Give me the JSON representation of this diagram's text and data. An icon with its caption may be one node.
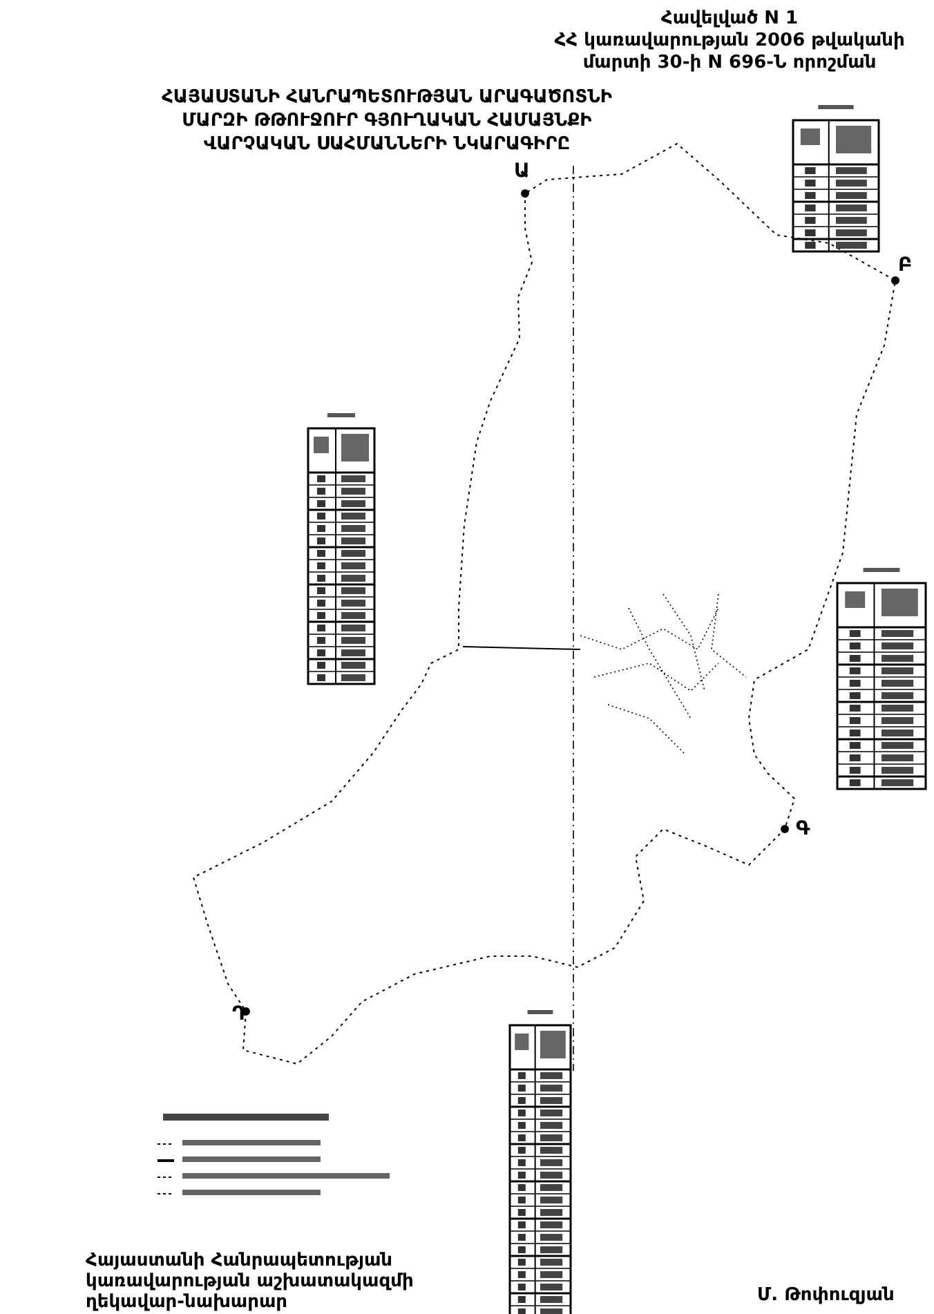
{
  "diagram": {
    "title": "ՀԱՅԱՍՏԱՆԻ ՀԱՆՐԱՊԵՏՈՒԹՅԱՆ ԱՐԱԳԱԾՈՏՆԻ ՄԱՐԶԻ ԹԹՈՒՋՈՒՐ ԳՅՈՒՂԱԿԱՆ ՀԱՄԱՅՆՔԻ ՎԱՐՉԱԿԱՆ ՍԱՀՄԱՆՆԵՐԻ ՆԿԱՐԱԳԻՐԸ",
    "labels": [
      "Հավելված N 1",
      "ՀՀ կառավարության 2006 թվականի",
      "մարտի 30-ի N 696-Ն որոշման",
      "Ա",
      "Բ",
      "Գ",
      "Դ",
      "Հայաստանի Հանրապետության կառավարության աշխատակազմի ղեկավար-նախարար",
      "Մ. Թոփուզյան"
    ]
  }
}
